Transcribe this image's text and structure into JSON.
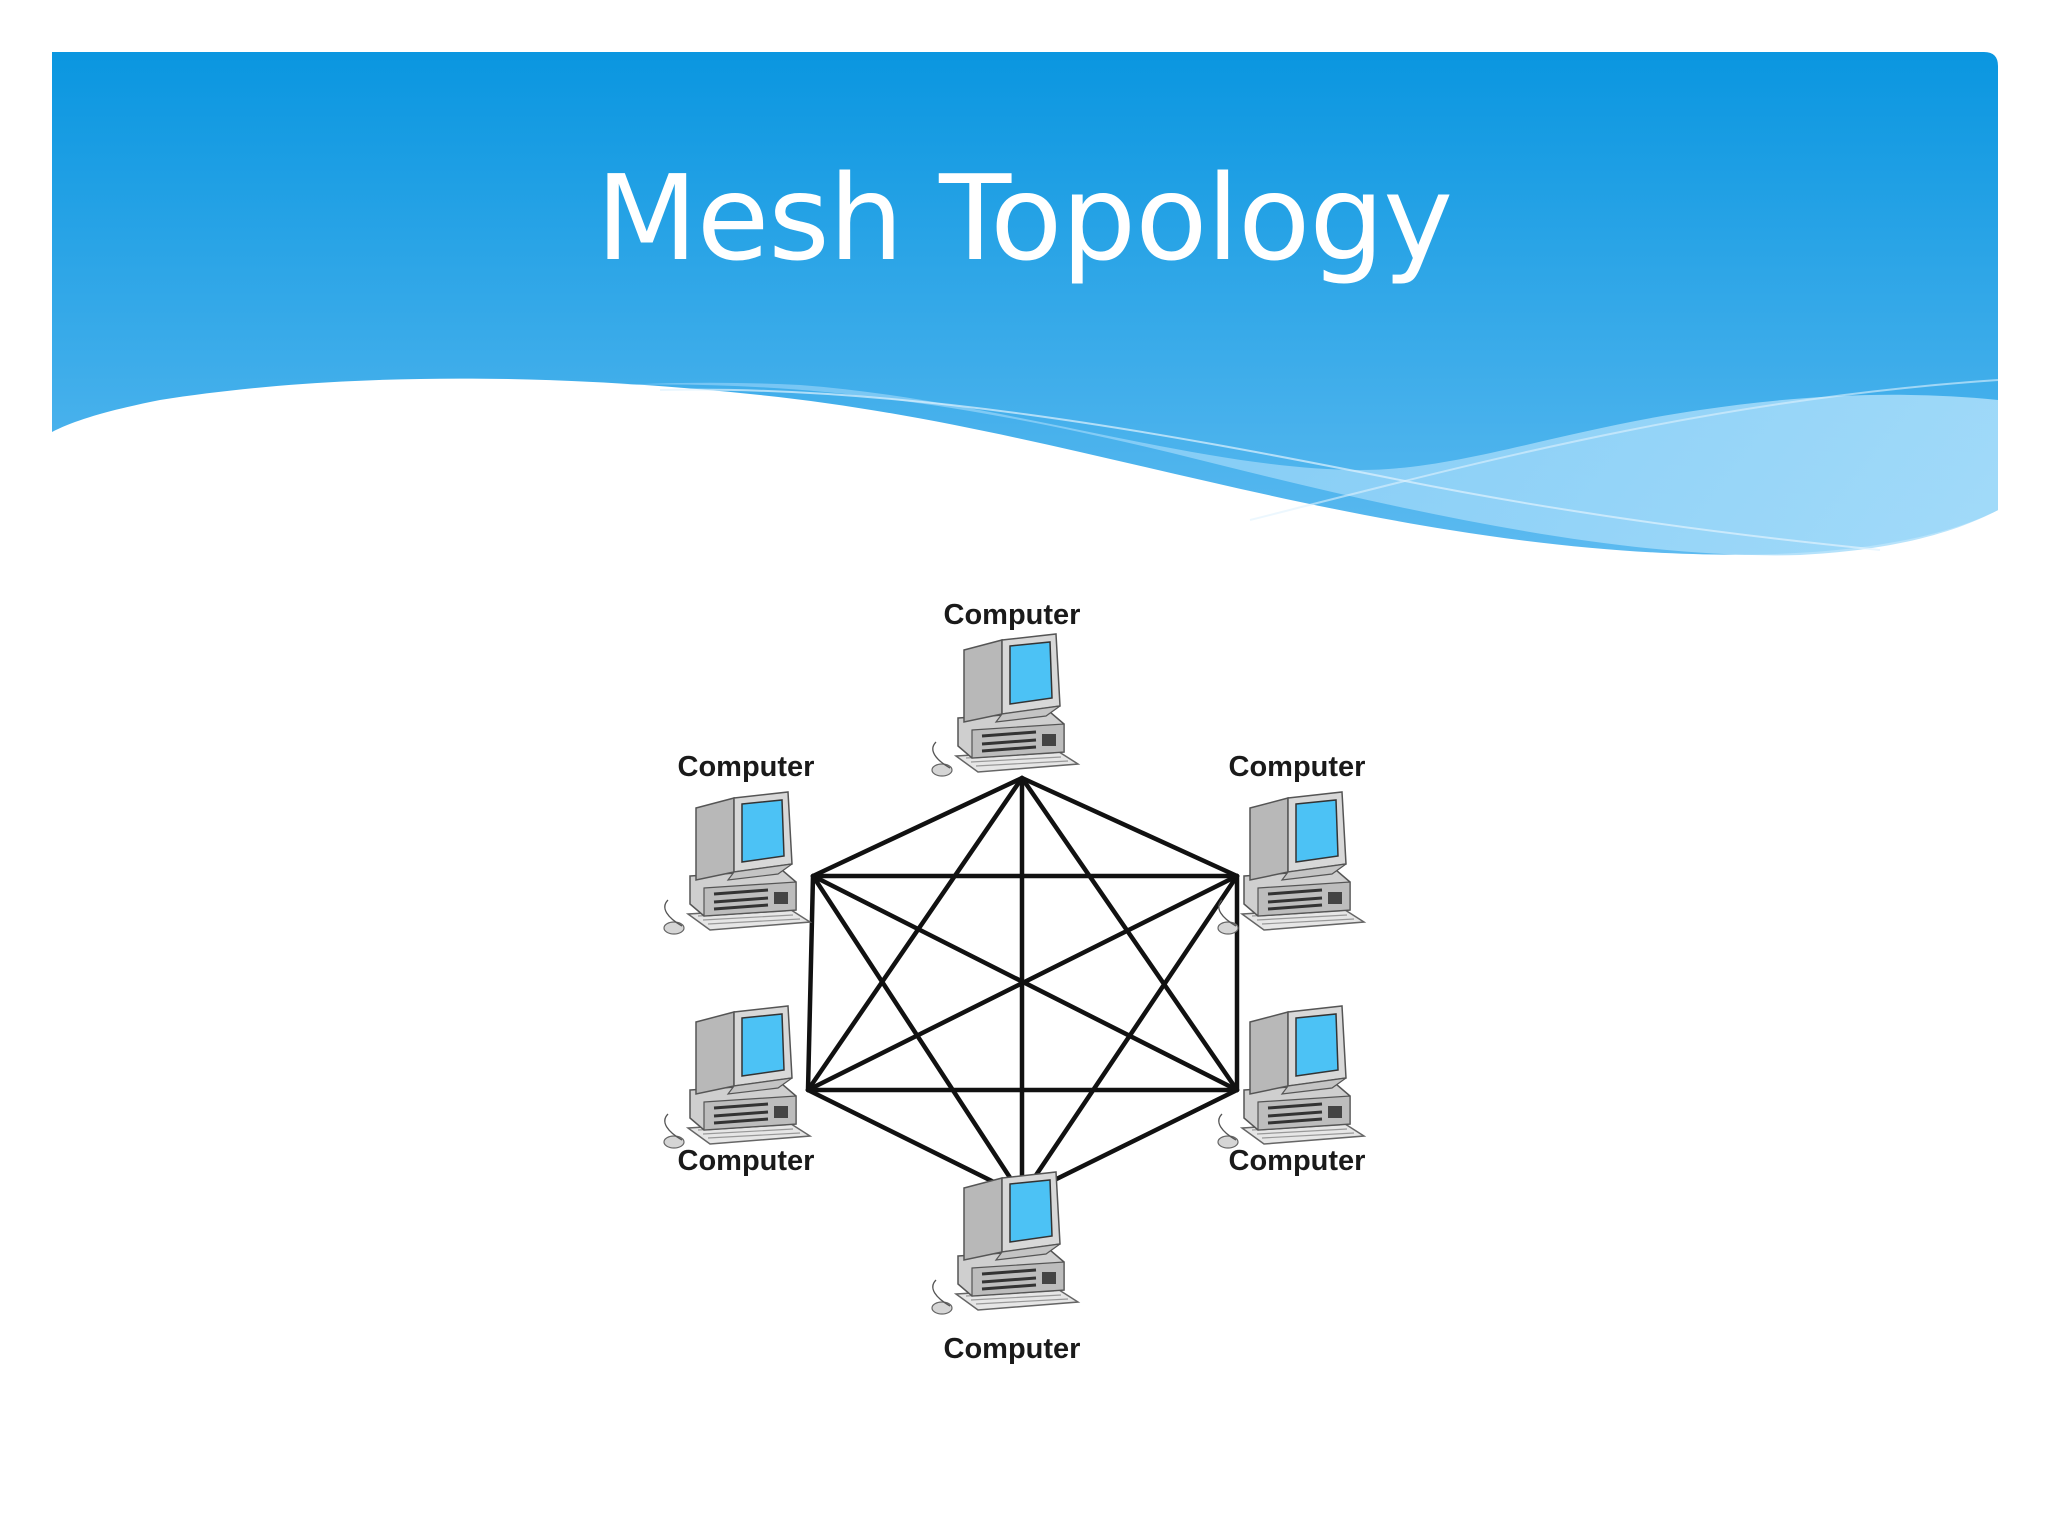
{
  "slide": {
    "title": "Mesh Topology"
  },
  "diagram": {
    "nodes": [
      {
        "id": "top",
        "label": "Computer"
      },
      {
        "id": "upper-right",
        "label": "Computer"
      },
      {
        "id": "lower-right",
        "label": "Computer"
      },
      {
        "id": "bottom",
        "label": "Computer"
      },
      {
        "id": "lower-left",
        "label": "Computer"
      },
      {
        "id": "upper-left",
        "label": "Computer"
      }
    ],
    "edges": [
      [
        "top",
        "upper-right"
      ],
      [
        "top",
        "lower-right"
      ],
      [
        "top",
        "bottom"
      ],
      [
        "top",
        "lower-left"
      ],
      [
        "top",
        "upper-left"
      ],
      [
        "upper-right",
        "lower-right"
      ],
      [
        "upper-right",
        "bottom"
      ],
      [
        "upper-right",
        "lower-left"
      ],
      [
        "upper-right",
        "upper-left"
      ],
      [
        "lower-right",
        "bottom"
      ],
      [
        "lower-right",
        "lower-left"
      ],
      [
        "lower-right",
        "upper-left"
      ],
      [
        "bottom",
        "lower-left"
      ],
      [
        "bottom",
        "upper-left"
      ],
      [
        "lower-left",
        "upper-left"
      ]
    ]
  },
  "colors": {
    "header_top": "#0a96e0",
    "header_bottom": "#52b4ee",
    "wave_light": "#8fd0f7",
    "screen": "#4cc2f5",
    "line": "#111111"
  }
}
